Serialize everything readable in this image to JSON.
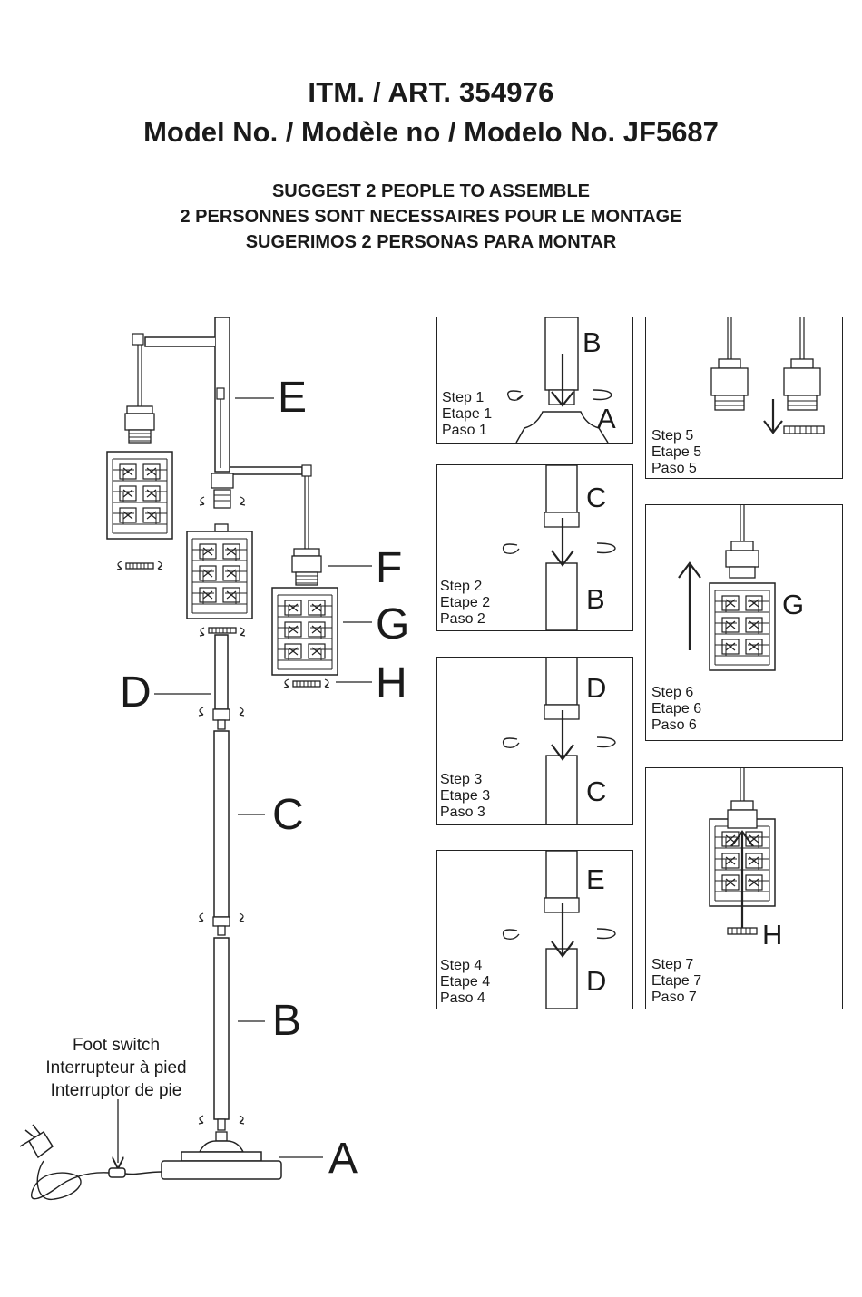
{
  "header": {
    "item_line": "ITM. / ART.  354976",
    "model_line": "Model No. / Modèle no / Modelo No. JF5687"
  },
  "notice": {
    "line_en": "SUGGEST 2 PEOPLE TO ASSEMBLE",
    "line_fr": "2 PERSONNES SONT NECESSAIRES POUR LE MONTAGE",
    "line_es": "SUGERIMOS 2 PERSONAS PARA MONTAR"
  },
  "parts": {
    "A": "A",
    "B": "B",
    "C": "C",
    "D": "D",
    "E": "E",
    "F": "F",
    "G": "G",
    "H": "H"
  },
  "foot_switch": {
    "en": "Foot switch",
    "fr": "Interrupteur à pied",
    "es": "Interruptor de pie"
  },
  "steps": [
    {
      "en": "Step 1",
      "fr": "Etape 1",
      "es": "Paso 1",
      "top": "B",
      "bottom": "A"
    },
    {
      "en": "Step 2",
      "fr": "Etape 2",
      "es": "Paso 2",
      "top": "C",
      "bottom": "B"
    },
    {
      "en": "Step 3",
      "fr": "Etape 3",
      "es": "Paso 3",
      "top": "D",
      "bottom": "C"
    },
    {
      "en": "Step 4",
      "fr": "Etape 4",
      "es": "Paso 4",
      "top": "E",
      "bottom": "D"
    },
    {
      "en": "Step 5",
      "fr": "Etape 5",
      "es": "Paso 5"
    },
    {
      "en": "Step 6",
      "fr": "Etape 6",
      "es": "Paso 6",
      "part": "G"
    },
    {
      "en": "Step 7",
      "fr": "Etape 7",
      "es": "Paso 7",
      "part": "H"
    }
  ],
  "colors": {
    "line": "#222222",
    "background": "#ffffff"
  }
}
